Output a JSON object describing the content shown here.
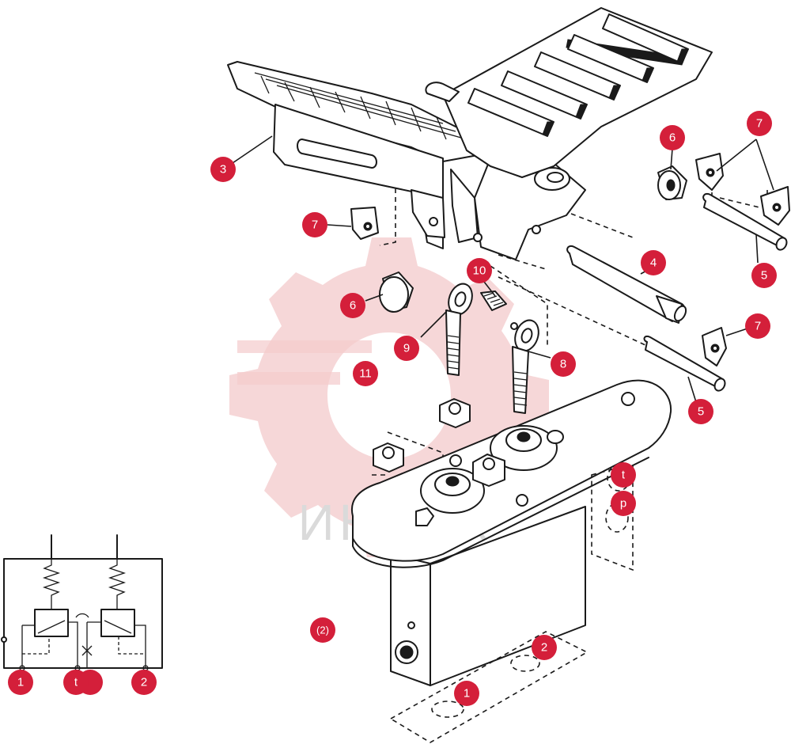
{
  "watermark": {
    "text": "ИНТЕХ",
    "color": "#f3c4c6"
  },
  "callout_color": "#d41f3a",
  "callouts": [
    {
      "id": "c3",
      "label": "3"
    },
    {
      "id": "c7a",
      "label": "7"
    },
    {
      "id": "c6a",
      "label": "6"
    },
    {
      "id": "c10",
      "label": "10"
    },
    {
      "id": "c9",
      "label": "9"
    },
    {
      "id": "c11",
      "label": "11"
    },
    {
      "id": "c8",
      "label": "8"
    },
    {
      "id": "c6b",
      "label": "6"
    },
    {
      "id": "c7b",
      "label": "7"
    },
    {
      "id": "c5a",
      "label": "5"
    },
    {
      "id": "c4",
      "label": "4"
    },
    {
      "id": "c7c",
      "label": "7"
    },
    {
      "id": "c5b",
      "label": "5"
    },
    {
      "id": "ct",
      "label": "t"
    },
    {
      "id": "cp",
      "label": "p"
    },
    {
      "id": "c2m",
      "label": "(2)"
    },
    {
      "id": "c2",
      "label": "2"
    },
    {
      "id": "c1",
      "label": "1"
    },
    {
      "id": "s1",
      "label": "1"
    },
    {
      "id": "st",
      "label": "t"
    },
    {
      "id": "s2",
      "label": "2"
    }
  ]
}
